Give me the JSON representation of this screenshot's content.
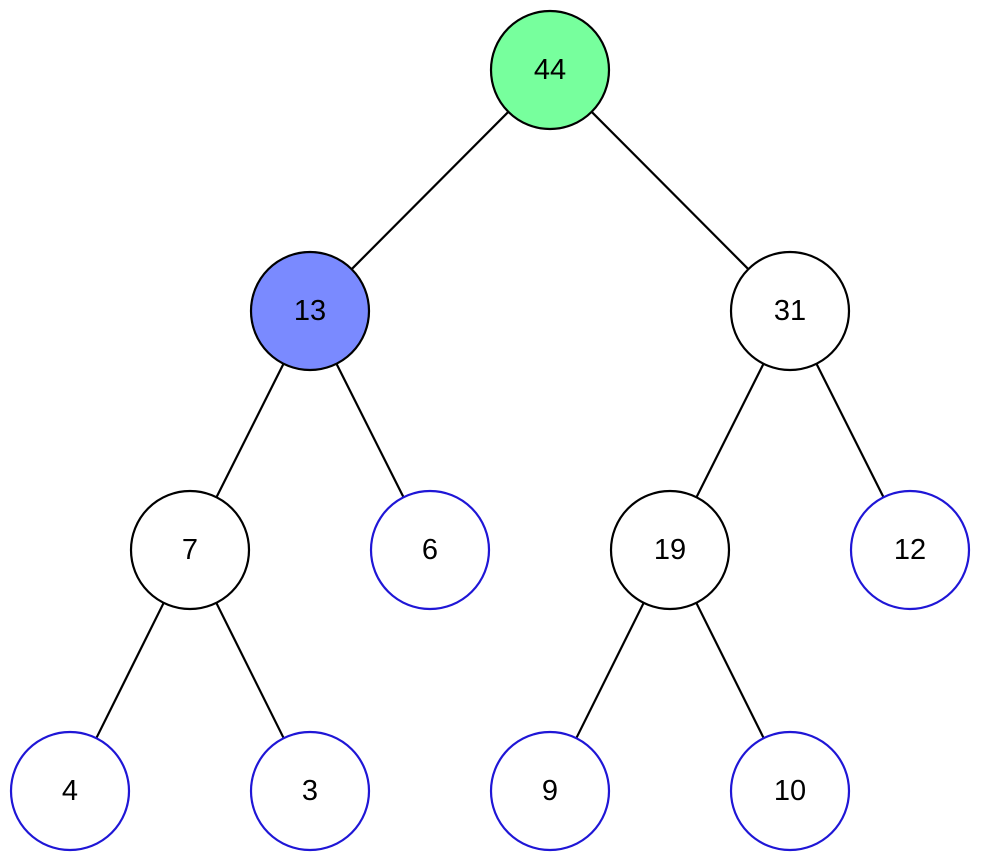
{
  "diagram": {
    "type": "binary-tree",
    "colors": {
      "edge": "#000000",
      "default_fill": "#ffffff",
      "default_stroke": "#000000",
      "leaf_stroke": "#1f16d6",
      "root_fill": "#77ff9d",
      "highlight_fill": "#7a8aff"
    },
    "nodes": [
      {
        "id": "n44",
        "label": "44",
        "style": "root"
      },
      {
        "id": "n13",
        "label": "13",
        "style": "highlight"
      },
      {
        "id": "n31",
        "label": "31",
        "style": "default"
      },
      {
        "id": "n7",
        "label": "7",
        "style": "default"
      },
      {
        "id": "n6",
        "label": "6",
        "style": "leaf"
      },
      {
        "id": "n19",
        "label": "19",
        "style": "default"
      },
      {
        "id": "n12",
        "label": "12",
        "style": "leaf"
      },
      {
        "id": "n4",
        "label": "4",
        "style": "leaf"
      },
      {
        "id": "n3",
        "label": "3",
        "style": "leaf"
      },
      {
        "id": "n9",
        "label": "9",
        "style": "leaf"
      },
      {
        "id": "n10",
        "label": "10",
        "style": "leaf"
      }
    ],
    "edges": [
      [
        "n44",
        "n13"
      ],
      [
        "n44",
        "n31"
      ],
      [
        "n13",
        "n7"
      ],
      [
        "n13",
        "n6"
      ],
      [
        "n31",
        "n19"
      ],
      [
        "n31",
        "n12"
      ],
      [
        "n7",
        "n4"
      ],
      [
        "n7",
        "n3"
      ],
      [
        "n19",
        "n9"
      ],
      [
        "n19",
        "n10"
      ]
    ]
  }
}
